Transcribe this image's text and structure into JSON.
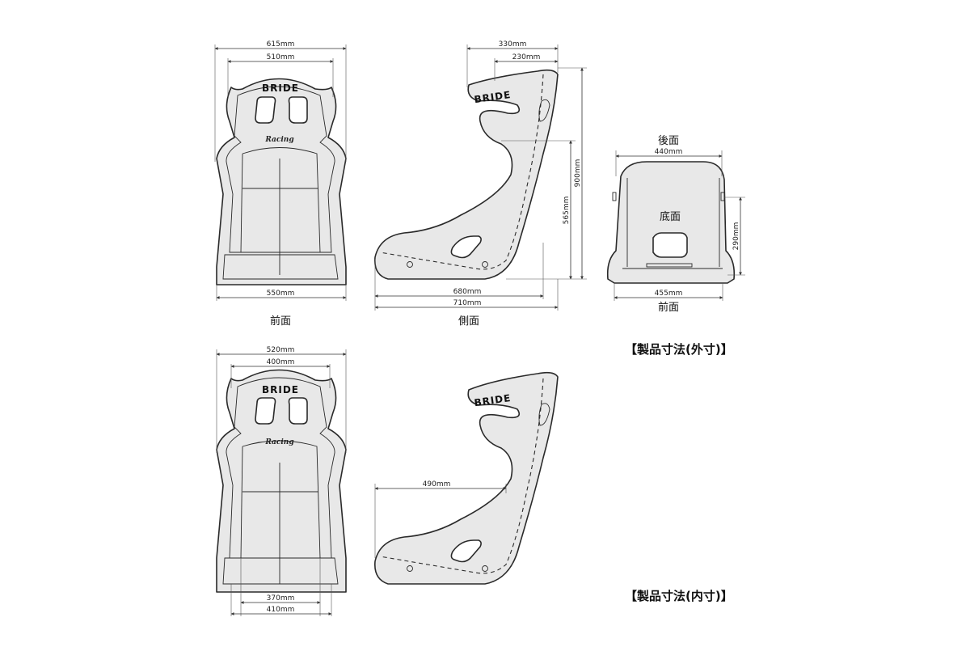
{
  "brand": "BRIDE",
  "script_logo": "Racing",
  "outer": {
    "heading": "【製品寸法(外寸)】",
    "front": {
      "caption": "前面",
      "dim_top_outer": "615mm",
      "dim_top_inner": "510mm",
      "dim_bottom": "550mm"
    },
    "side": {
      "caption": "側面",
      "dim_top_outer": "330mm",
      "dim_top_inner": "230mm",
      "dim_height_total": "900mm",
      "dim_height_back": "565mm",
      "dim_len_inner": "680mm",
      "dim_len_outer": "710mm"
    },
    "bottom": {
      "label_top": "後面",
      "label_center": "底面",
      "caption": "前面",
      "dim_top": "440mm",
      "dim_side": "290mm",
      "dim_bottom": "455mm"
    }
  },
  "inner": {
    "heading": "【製品寸法(内寸)】",
    "front": {
      "dim_top_outer": "520mm",
      "dim_top_inner": "400mm",
      "dim_bottom_inner": "370mm",
      "dim_bottom_outer": "410mm"
    },
    "side": {
      "dim_seat_depth": "490mm"
    }
  }
}
